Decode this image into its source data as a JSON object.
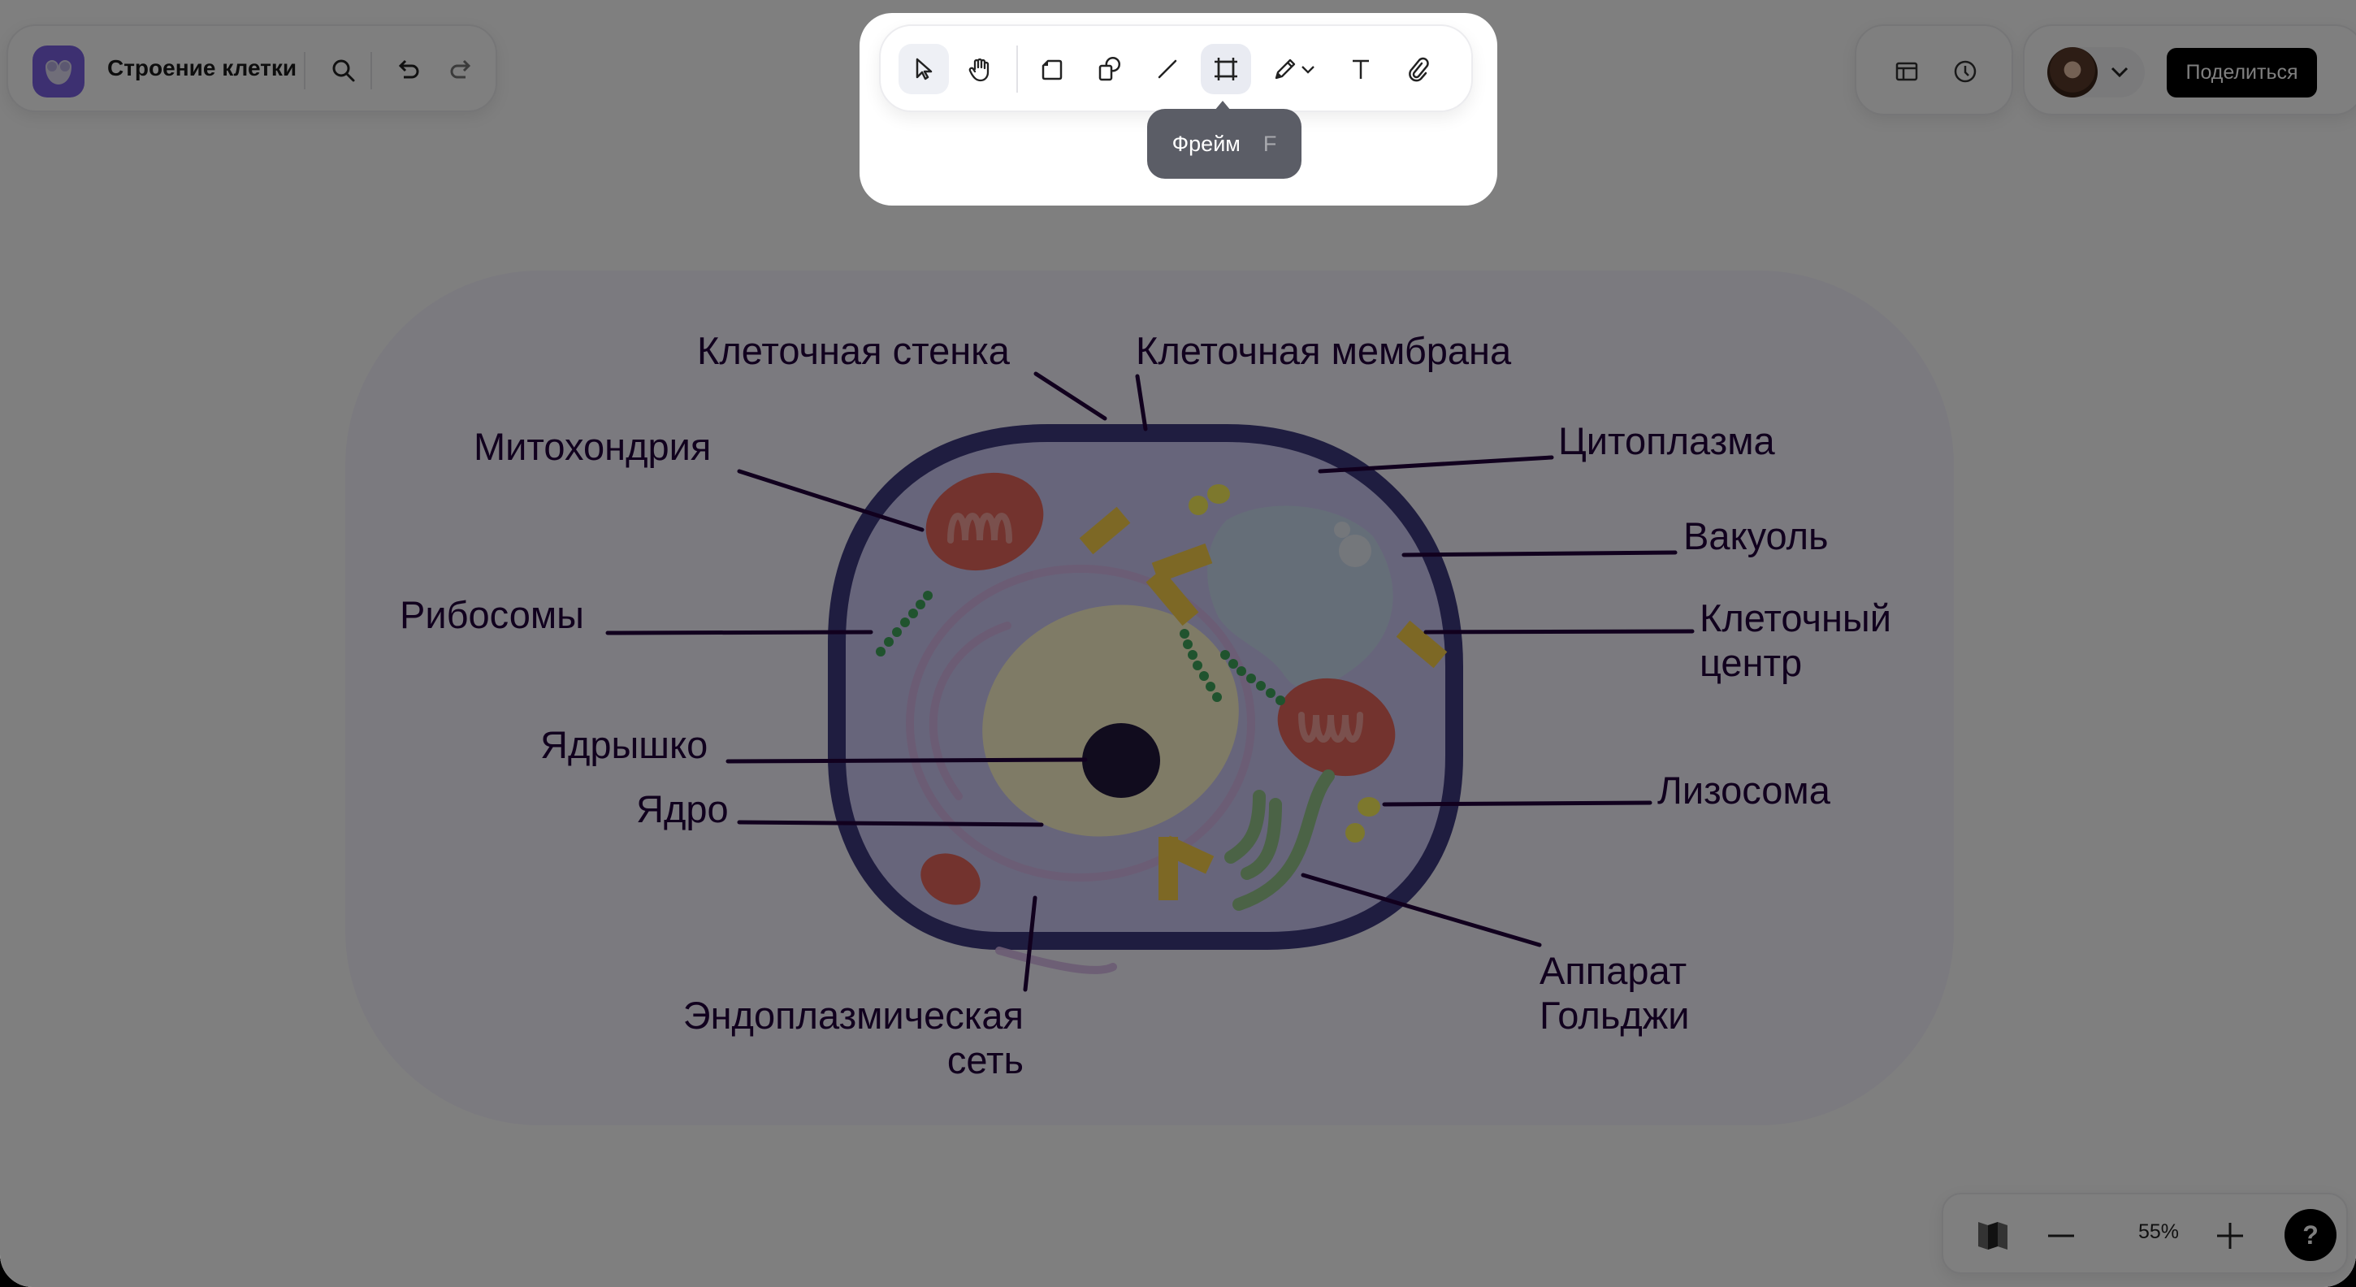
{
  "app": {
    "board_title": "Строение клетки",
    "logo_color": "#7b61e3"
  },
  "header_left": {
    "icons": [
      "logo-icon",
      "search-icon",
      "undo-icon",
      "redo-icon"
    ]
  },
  "toolbar": {
    "tools": [
      {
        "name": "select",
        "icon": "cursor-icon",
        "state": "active"
      },
      {
        "name": "hand",
        "icon": "hand-icon"
      },
      {
        "name": "sticker",
        "icon": "sticky-note-icon"
      },
      {
        "name": "shapes",
        "icon": "shapes-icon"
      },
      {
        "name": "line",
        "icon": "line-icon"
      },
      {
        "name": "frame",
        "icon": "frame-icon",
        "state": "hovered"
      },
      {
        "name": "pen",
        "icon": "pencil-icon",
        "has_dropdown": true
      },
      {
        "name": "text",
        "icon": "text-icon"
      },
      {
        "name": "attach",
        "icon": "paperclip-icon"
      }
    ],
    "tooltip": {
      "label": "Фрейм",
      "shortcut": "F"
    }
  },
  "header_right": {
    "icons": [
      "layout-icon",
      "history-clock-icon"
    ],
    "share_label": "Поделиться"
  },
  "bottom_right": {
    "zoom": "55%",
    "help_label": "?",
    "icons": [
      "map-icon",
      "zoom-out-icon",
      "zoom-in-icon",
      "help-icon"
    ]
  },
  "diagram": {
    "labels": {
      "cell_wall": "Клеточная стенка",
      "cell_membrane": "Клеточная мембрана",
      "mitochondria": "Митохондрия",
      "cytoplasm": "Цитоплазма",
      "vacuole": "Вакуоль",
      "ribosomes": "Рибосомы",
      "centrosome_1": "Клеточный",
      "centrosome_2": "центр",
      "nucleolus": "Ядрышко",
      "lysosome": "Лизосома",
      "nucleus": "Ядро",
      "er_1": "Эндоплазмическая",
      "er_2": "сеть",
      "golgi_1": "Аппарат",
      "golgi_2": "Гольджи"
    },
    "colors": {
      "label": "#22003d",
      "cell_wall": "#3f3a80",
      "cytoplasm": "#cfcbf7",
      "nucleus": "#fef6cd",
      "nucleolus": "#22193d",
      "mitochondria": "#e6675c",
      "ribosome": "#41a65c",
      "golgi": "#96c68d",
      "vacuole": "#cbdcf1",
      "lysosome": "#fbf15a",
      "centrosome": "#fbd14a"
    }
  },
  "overlay": {
    "dim_opacity": 0.5
  }
}
